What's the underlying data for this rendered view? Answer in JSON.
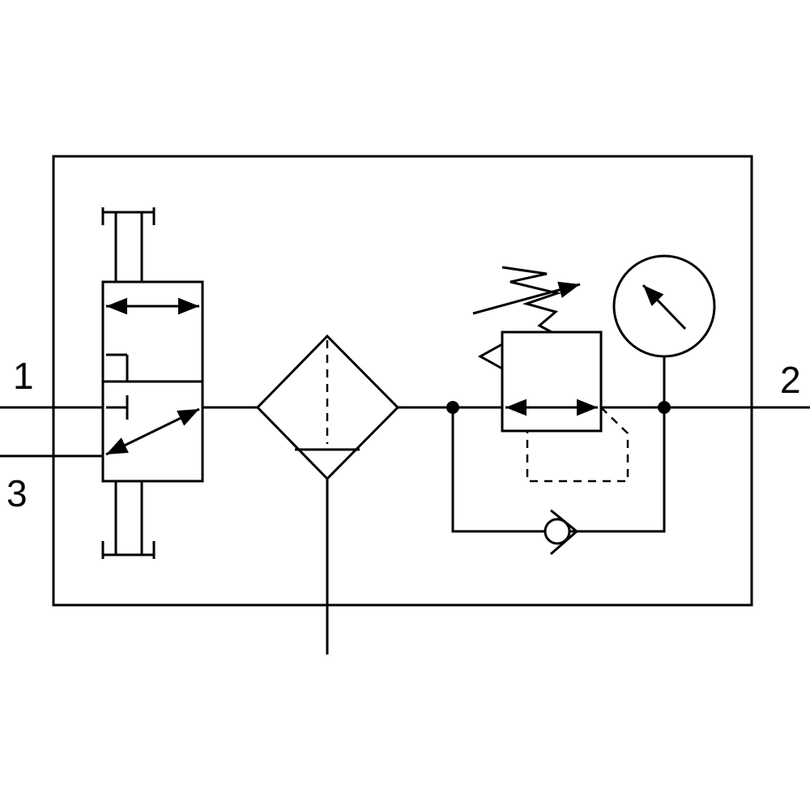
{
  "ports": {
    "inlet": "1",
    "exhaust": "3",
    "outlet": "2"
  }
}
